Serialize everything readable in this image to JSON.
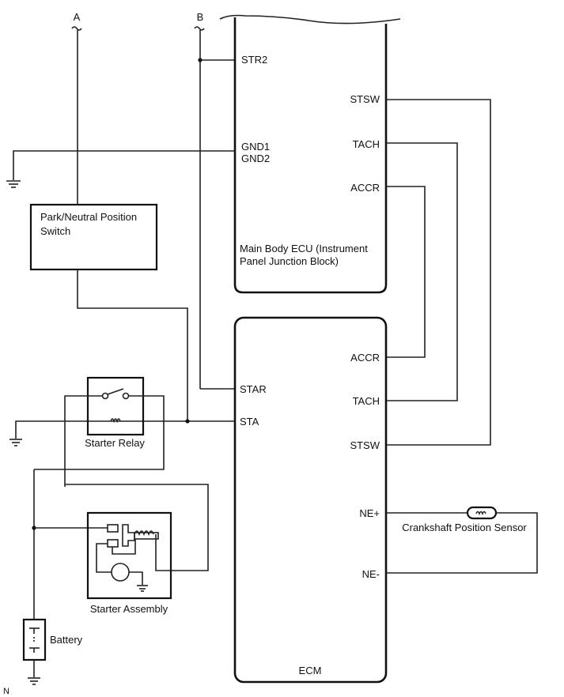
{
  "diagram": {
    "connectors": {
      "a": "A",
      "b": "B"
    },
    "main_body_ecu": {
      "name_line1": "Main Body ECU (Instrument",
      "name_line2": "Panel Junction Block)",
      "pins": {
        "str2": "STR2",
        "gnd1": "GND1",
        "gnd2": "GND2",
        "stsw": "STSW",
        "tach": "TACH",
        "accr": "ACCR"
      }
    },
    "ecm": {
      "name": "ECM",
      "pins": {
        "accr": "ACCR",
        "star": "STAR",
        "tach": "TACH",
        "sta": "STA",
        "stsw": "STSW",
        "ne_plus": "NE+",
        "ne_minus": "NE-"
      }
    },
    "park_neutral_switch": {
      "line1": "Park/Neutral Position",
      "line2": "Switch"
    },
    "starter_relay": {
      "label": "Starter Relay"
    },
    "starter_assembly": {
      "label": "Starter Assembly"
    },
    "battery": {
      "label": "Battery"
    },
    "crankshaft_sensor": {
      "label": "Crankshaft Position Sensor"
    },
    "corner_mark": "N"
  }
}
